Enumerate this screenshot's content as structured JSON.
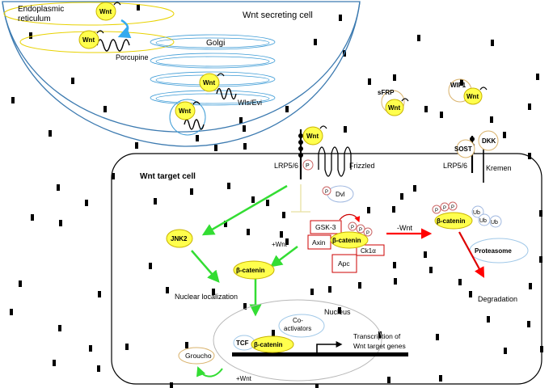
{
  "labels": {
    "er": [
      "Endoplasmic",
      "reticulum"
    ],
    "secreting_cell": "Wnt secreting cell",
    "golgi": "Golgi",
    "porcupine": "Porcupine",
    "wls": "Wls/Evi",
    "wnt": "Wnt",
    "sfrp": "sFRP",
    "wif1": "WIF1",
    "dkk": "DKK",
    "sost": "SOST",
    "lrp56": "LRP5/6",
    "frizzled": "Frizzled",
    "kremen": "Kremen",
    "target_cell": "Wnt target cell",
    "p": "P",
    "dvl": "Dvl",
    "gsk3": "GSK-3",
    "axin": "Axin",
    "beta_catenin": "β-catenin",
    "ck1a": "Ck1α",
    "apc": "Apc",
    "minus_wnt": "-Wnt",
    "plus_wnt": "+Wnt",
    "ub": "Ub",
    "proteasome": "Proteasome",
    "jnk2": "JNK2",
    "nuclear_localization": "Nuclear localization",
    "degradation": "Degradation",
    "nucleus": "Nucleus",
    "coactivators": [
      "Co-",
      "activators"
    ],
    "tcf": "TCF",
    "transcription": [
      "Transcription of",
      "Wnt target genes"
    ],
    "groucho": "Groucho"
  },
  "colors": {
    "membrane": "#1f4e79",
    "wnt_fill": "#ffff4d",
    "wnt_stroke": "#c9b400",
    "inhibit_arrow": "#ff0000",
    "activate_arrow": "#33dd33",
    "complex_border": "#cc0000"
  }
}
